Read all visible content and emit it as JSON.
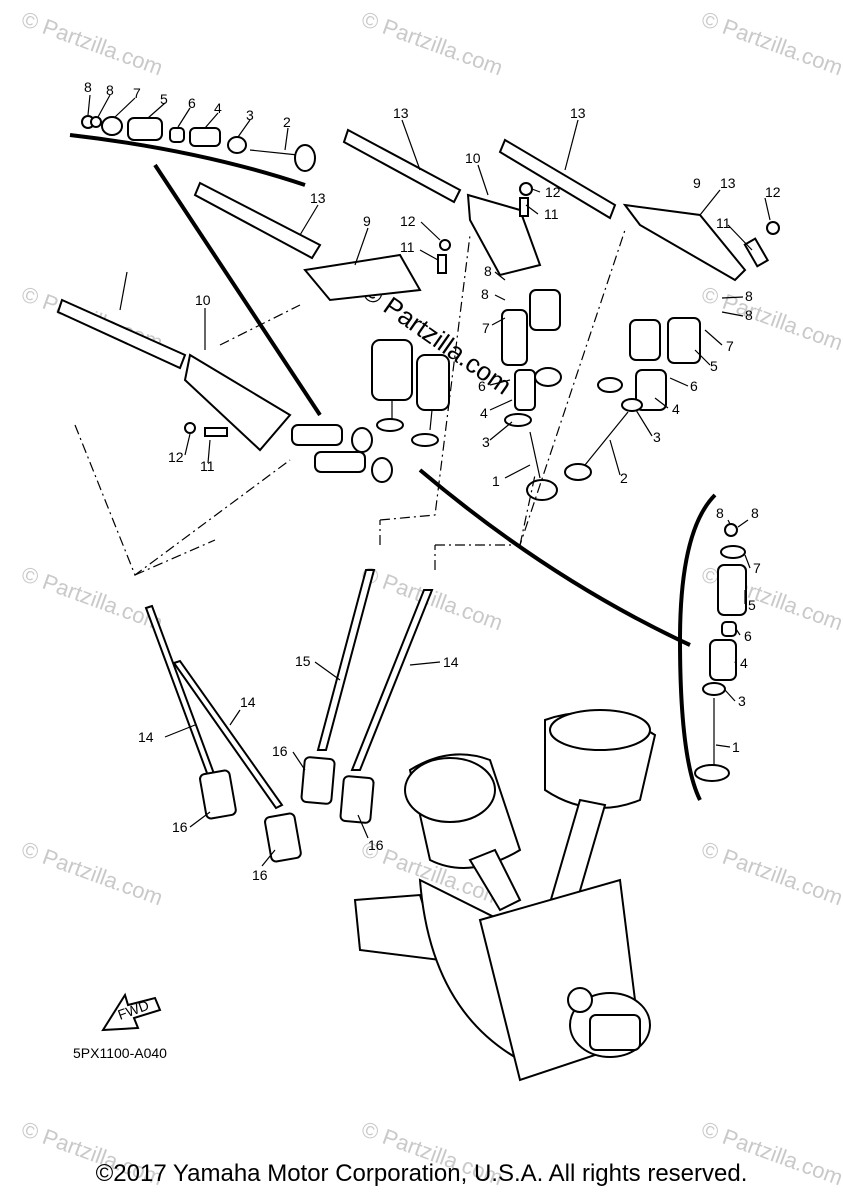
{
  "diagram": {
    "drawing_code": "5PX1100-A040",
    "fwd_label": "FWD",
    "copyright": "©2017 Yamaha Motor Corporation, U.S.A. All rights reserved.",
    "watermark": "© Partzilla.com",
    "watermark_center": "© Partzilla.com",
    "callouts": {
      "top_left": [
        "8",
        "8",
        "7",
        "5",
        "6",
        "4",
        "3",
        "2"
      ],
      "rocker_left": [
        "13",
        "13",
        "9",
        "12",
        "11",
        "10",
        "12",
        "11"
      ],
      "rocker_right": [
        "13",
        "10",
        "12",
        "11",
        "8",
        "8",
        "7",
        "6",
        "4",
        "3",
        "1"
      ],
      "rocker_far_right": [
        "13",
        "9",
        "12",
        "11",
        "8",
        "8",
        "7",
        "5",
        "6",
        "4",
        "3",
        "2"
      ],
      "inset_right": [
        "8",
        "8",
        "7",
        "5",
        "6",
        "4",
        "3",
        "1"
      ],
      "pushrods": [
        "15",
        "14",
        "14",
        "14",
        "16",
        "16",
        "16",
        "16"
      ]
    }
  }
}
